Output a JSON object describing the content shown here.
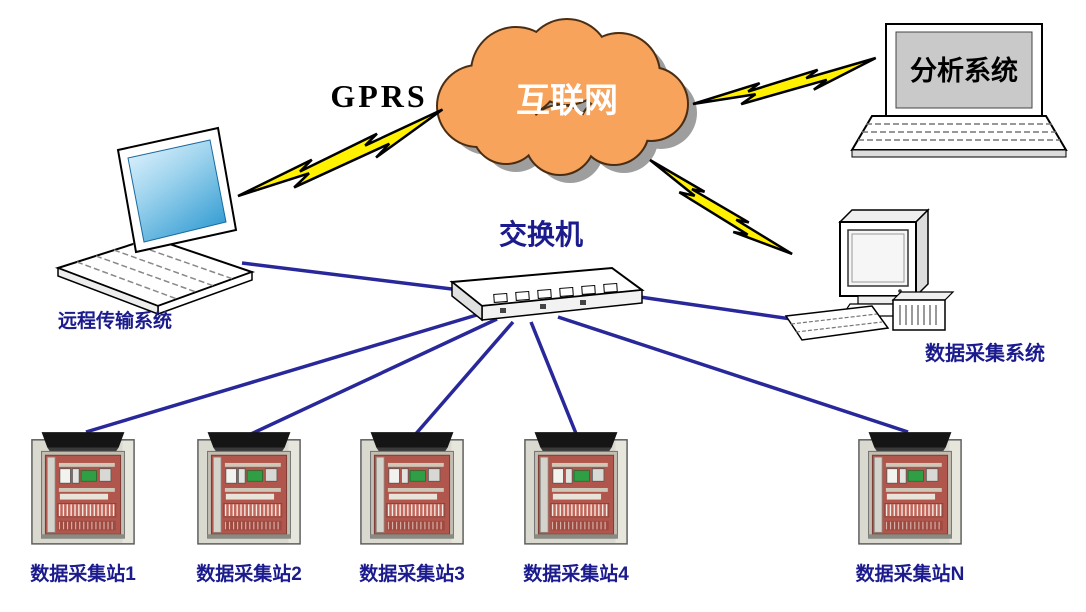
{
  "diagram": {
    "gprs_label": "GPRS",
    "internet_label": "互联网",
    "switch_label": "交换机",
    "remote_system_label": "远程传输系统",
    "analysis_system_label": "分析系统",
    "acquisition_system_label": "数据采集系统",
    "stations": [
      {
        "label": "数据采集站1"
      },
      {
        "label": "数据采集站2"
      },
      {
        "label": "数据采集站3"
      },
      {
        "label": "数据采集站4"
      },
      {
        "label": "数据采集站N"
      }
    ],
    "colors": {
      "cloud_fill": "#F7A35C",
      "cloud_outline": "#4A2E14",
      "lightning_fill": "#FFF100",
      "connection_blue": "#28289A",
      "label_blue": "#1B1B8E",
      "cabinet_panel": "#B0564C"
    }
  }
}
